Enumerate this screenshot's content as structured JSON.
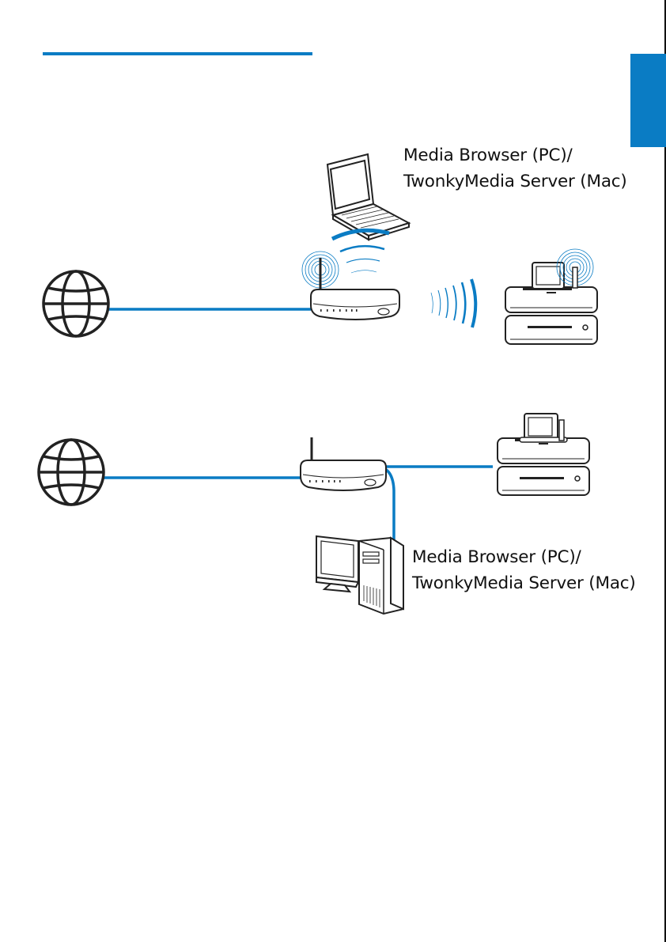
{
  "theme": {
    "accent": "#0a7cc4",
    "line": "#222222"
  },
  "language_tab": {
    "color": "#0a7cc4"
  },
  "wireless_setup": {
    "internet_icon": "globe-icon",
    "router_icon": "wireless-router-icon",
    "computer_icon": "laptop-icon",
    "player_icon": "media-player-icon",
    "link_type": "wireless",
    "computer_label": {
      "line1": "Media Browser (PC)/",
      "line2": "TwonkyMedia Server (Mac)"
    }
  },
  "wired_setup": {
    "internet_icon": "globe-icon",
    "router_icon": "router-icon",
    "computer_icon": "desktop-computer-icon",
    "player_icon": "media-player-icon",
    "link_type": "cable",
    "computer_label": {
      "line1": "Media Browser (PC)/",
      "line2": "TwonkyMedia Server (Mac)"
    }
  }
}
